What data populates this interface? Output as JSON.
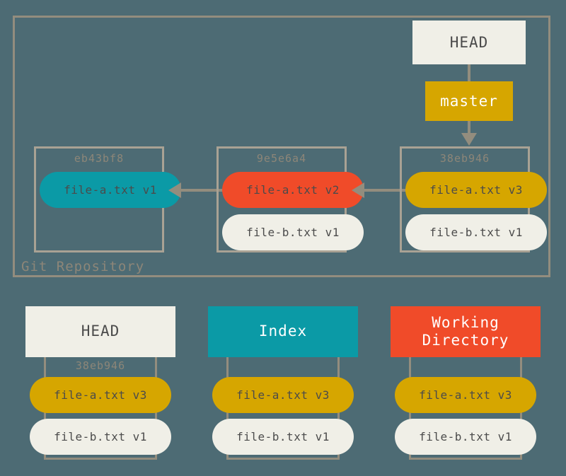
{
  "diagram": {
    "title": "Git Repository",
    "background_color": "#4d6b74",
    "border_color": "#938d7e"
  },
  "repository": {
    "label": "Git Repository",
    "refs": {
      "head": {
        "label": "HEAD",
        "bg": "#f0efe7",
        "fg": "#4b4b4b"
      },
      "branch": {
        "label": "master",
        "bg": "#d6a600",
        "fg": "#ffffff"
      }
    },
    "commits": [
      {
        "hash": "eb43bf8",
        "files": [
          {
            "label": "file-a.txt v1",
            "color": "#0b9aa6"
          }
        ]
      },
      {
        "hash": "9e5e6a4",
        "files": [
          {
            "label": "file-a.txt v2",
            "color": "#f04b29"
          },
          {
            "label": "file-b.txt v1",
            "color": "#f0efe7"
          }
        ]
      },
      {
        "hash": "38eb946",
        "files": [
          {
            "label": "file-a.txt v3",
            "color": "#d6a600"
          },
          {
            "label": "file-b.txt v1",
            "color": "#f0efe7"
          }
        ]
      }
    ]
  },
  "areas": [
    {
      "title": "HEAD",
      "subtitle": "38eb946",
      "bg": "#f0efe7",
      "fg": "#4b4b4b",
      "files": [
        {
          "label": "file-a.txt v3",
          "color": "#d6a600"
        },
        {
          "label": "file-b.txt v1",
          "color": "#f0efe7"
        }
      ]
    },
    {
      "title": "Index",
      "subtitle": "",
      "bg": "#0b9aa6",
      "fg": "#ffffff",
      "files": [
        {
          "label": "file-a.txt v3",
          "color": "#d6a600"
        },
        {
          "label": "file-b.txt v1",
          "color": "#f0efe7"
        }
      ]
    },
    {
      "title": "Working\nDirectory",
      "title_line1": "Working",
      "title_line2": "Directory",
      "subtitle": "",
      "bg": "#f04b29",
      "fg": "#ffffff",
      "files": [
        {
          "label": "file-a.txt v3",
          "color": "#d6a600"
        },
        {
          "label": "file-b.txt v1",
          "color": "#f0efe7"
        }
      ]
    }
  ]
}
